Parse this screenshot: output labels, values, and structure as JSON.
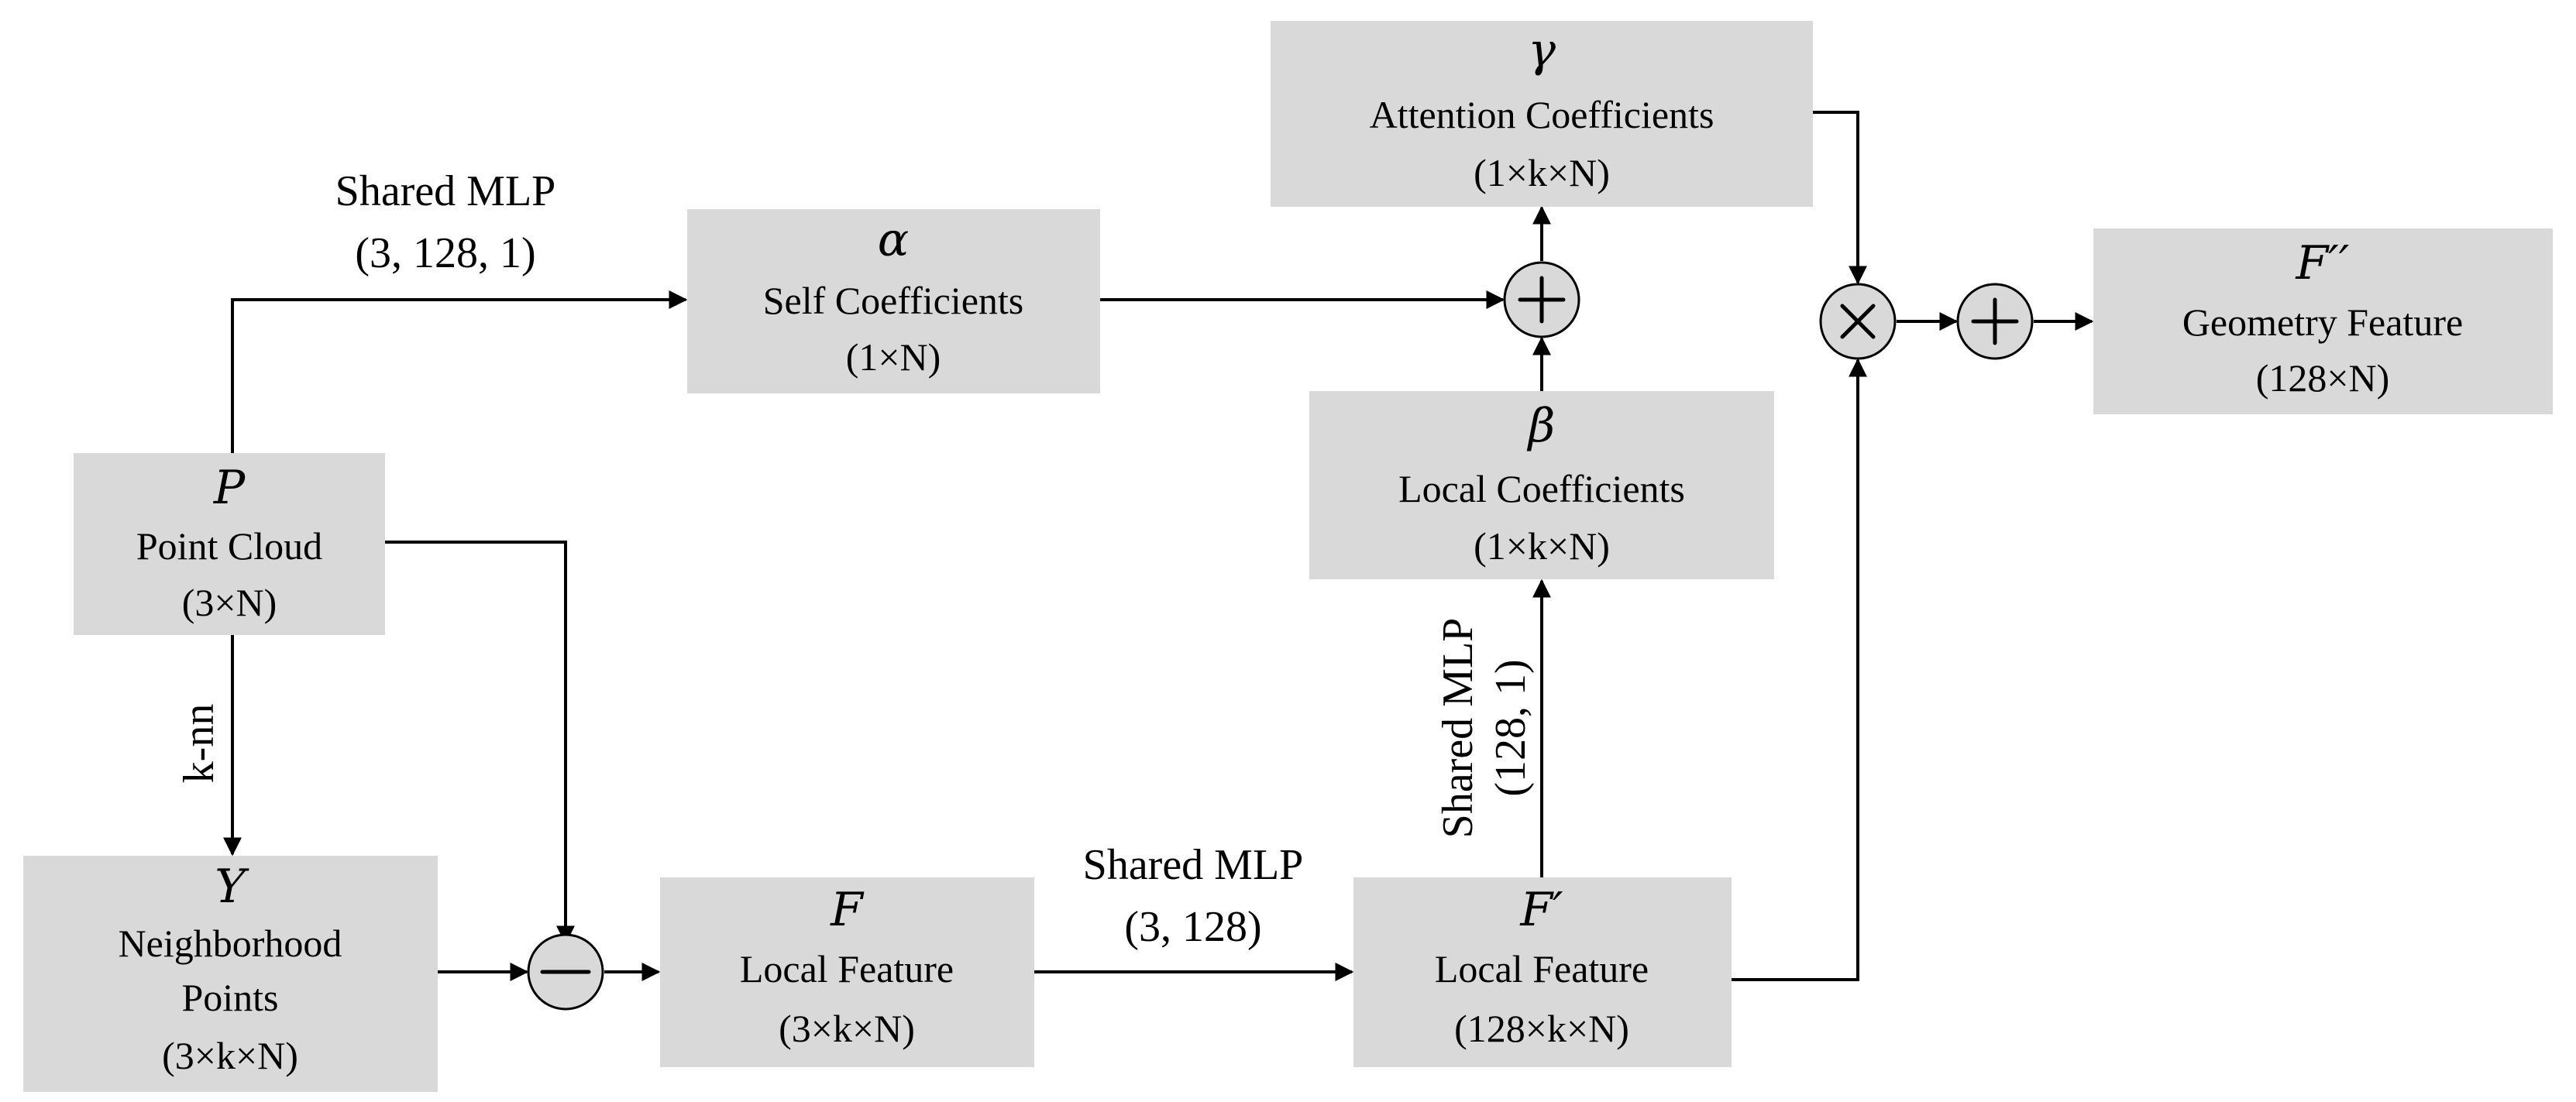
{
  "nodes": {
    "point_cloud": {
      "symbol": "P",
      "name": "Point Cloud",
      "dims": "(3×N)"
    },
    "self_coeff": {
      "symbol": "α",
      "name": "Self Coefficients",
      "dims": "(1×N)"
    },
    "attention_coeff": {
      "symbol": "γ",
      "name": "Attention Coefficients",
      "dims": "(1×k×N)"
    },
    "local_coeff": {
      "symbol": "β",
      "name": "Local Coefficients",
      "dims": "(1×k×N)"
    },
    "neighborhood": {
      "symbol": "Y",
      "name1": "Neighborhood",
      "name2": "Points",
      "dims": "(3×k×N)"
    },
    "local_feature": {
      "symbol": "F",
      "name": "Local Feature",
      "dims": "(3×k×N)"
    },
    "local_feature2": {
      "symbol": "F′",
      "name": "Local Feature",
      "dims": "(128×k×N)"
    },
    "geometry_feature": {
      "symbol": "F′′",
      "name": "Geometry Feature",
      "dims": "(128×N)"
    }
  },
  "edges": {
    "mlp_top": {
      "line1": "Shared MLP",
      "line2": "(3, 128, 1)"
    },
    "mlp_mid": {
      "line1": "Shared MLP",
      "line2": "(3, 128)"
    },
    "mlp_vert": {
      "line1": "Shared MLP",
      "line2": "(128, 1)"
    },
    "knn": {
      "label": "k-nn"
    }
  },
  "operators": {
    "plus": "+",
    "minus": "−",
    "times": "×"
  }
}
